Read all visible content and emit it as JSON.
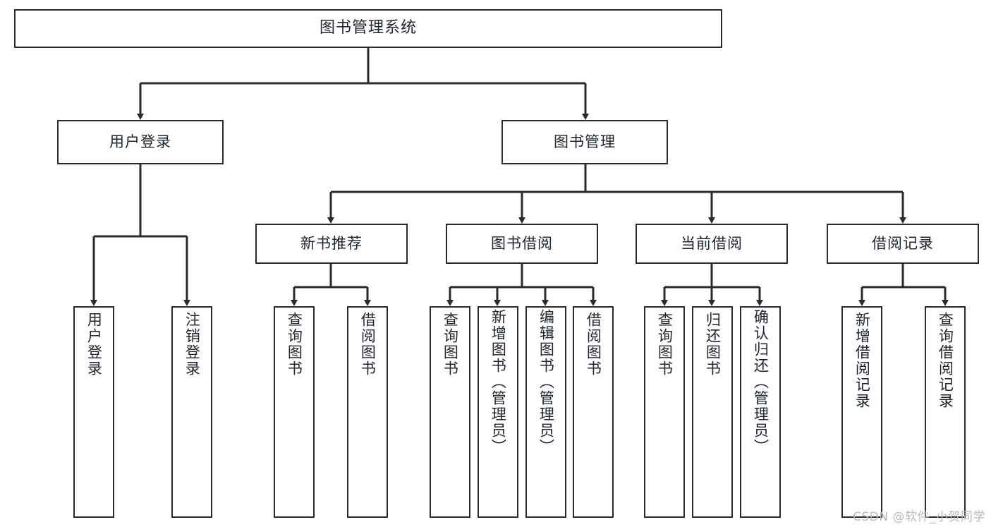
{
  "diagram": {
    "title": "图书管理系统",
    "type": "tree",
    "root": {
      "id": "root",
      "label": "图书管理系统"
    },
    "level2": [
      {
        "id": "user-login",
        "label": "用户登录"
      },
      {
        "id": "book-management",
        "label": "图书管理"
      }
    ],
    "level3": [
      {
        "id": "new-book-recommend",
        "label": "新书推荐",
        "parent": "book-management"
      },
      {
        "id": "book-borrow",
        "label": "图书借阅",
        "parent": "book-management"
      },
      {
        "id": "current-borrow",
        "label": "当前借阅",
        "parent": "book-management"
      },
      {
        "id": "borrow-record",
        "label": "借阅记录",
        "parent": "book-management"
      }
    ],
    "leaves": [
      {
        "id": "leaf-user-login",
        "label": "用户登录",
        "parent": "user-login"
      },
      {
        "id": "leaf-user-logout",
        "label": "注销登录",
        "parent": "user-login"
      },
      {
        "id": "leaf-query-book-1",
        "label": "查询图书",
        "parent": "new-book-recommend"
      },
      {
        "id": "leaf-borrow-book-1",
        "label": "借阅图书",
        "parent": "new-book-recommend"
      },
      {
        "id": "leaf-query-book-2",
        "label": "查询图书",
        "parent": "book-borrow"
      },
      {
        "id": "leaf-add-book",
        "label": "新增图书（管理员）",
        "parent": "book-borrow"
      },
      {
        "id": "leaf-edit-book",
        "label": "编辑图书（管理员）",
        "parent": "book-borrow"
      },
      {
        "id": "leaf-borrow-book-2",
        "label": "借阅图书",
        "parent": "book-borrow"
      },
      {
        "id": "leaf-query-book-3",
        "label": "查询图书",
        "parent": "current-borrow"
      },
      {
        "id": "leaf-return-book",
        "label": "归还图书",
        "parent": "current-borrow"
      },
      {
        "id": "leaf-confirm-return",
        "label": "确认归还（管理员）",
        "parent": "current-borrow"
      },
      {
        "id": "leaf-add-record",
        "label": "新增借阅记录",
        "parent": "borrow-record"
      },
      {
        "id": "leaf-query-record",
        "label": "查询借阅记录",
        "parent": "borrow-record"
      }
    ],
    "watermark": "CSDN @软件_小贺同学",
    "colors": {
      "stroke": "#2b2b2b",
      "text": "#20262e",
      "background": "#ffffff",
      "watermark": "#b9b9b9"
    }
  }
}
